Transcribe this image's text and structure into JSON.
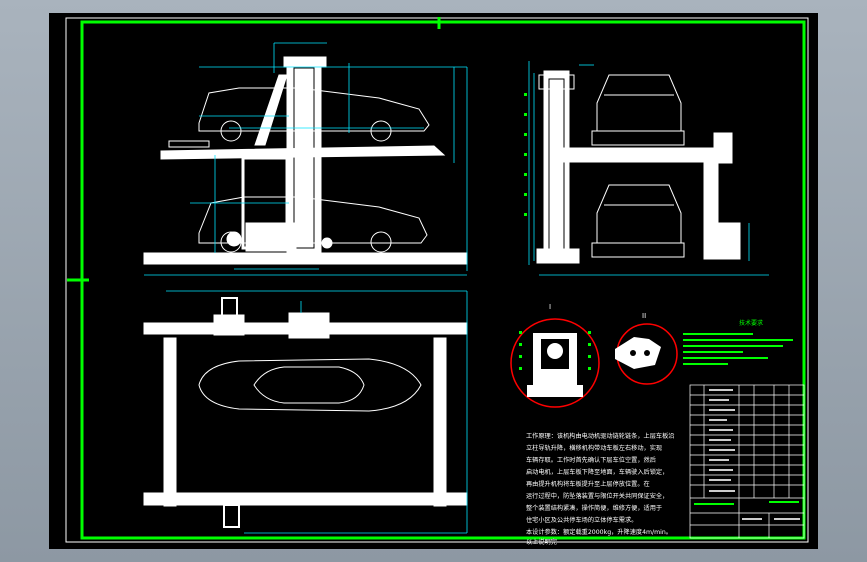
{
  "colors": {
    "background": "#000000",
    "frame": "#00ff00",
    "outline": "#ffffff",
    "dimension": "#00e5ff",
    "detail_circle": "#ff0000",
    "annotation": "#00ff00"
  },
  "icons": [
    "car-outline",
    "detail-callout-circle"
  ],
  "views": {
    "detail_1_label": "I",
    "detail_2_label": "II",
    "tech_title": "技术要求"
  },
  "notes": [
    "工作原理：该机构由电动机驱动链轮链条，上层车板沿",
    "立柱导轨升降，横移机构带动车板左右移动，实现",
    "车辆存取。工作时首先确认下层车位空置，然后",
    "启动电机，上层车板下降至地面，车辆驶入后锁定，",
    "再由提升机构将车板提升至上层停放位置。在",
    "运行过程中，防坠落装置与限位开关共同保证安全，",
    "整个装置结构紧凑，操作简便，维修方便，适用于",
    "住宅小区及公共停车场的立体停车需求。",
    "本设计参数：额定载重2000kg，升降速度4m/min。"
  ],
  "notes_footer": "以上说明完"
}
